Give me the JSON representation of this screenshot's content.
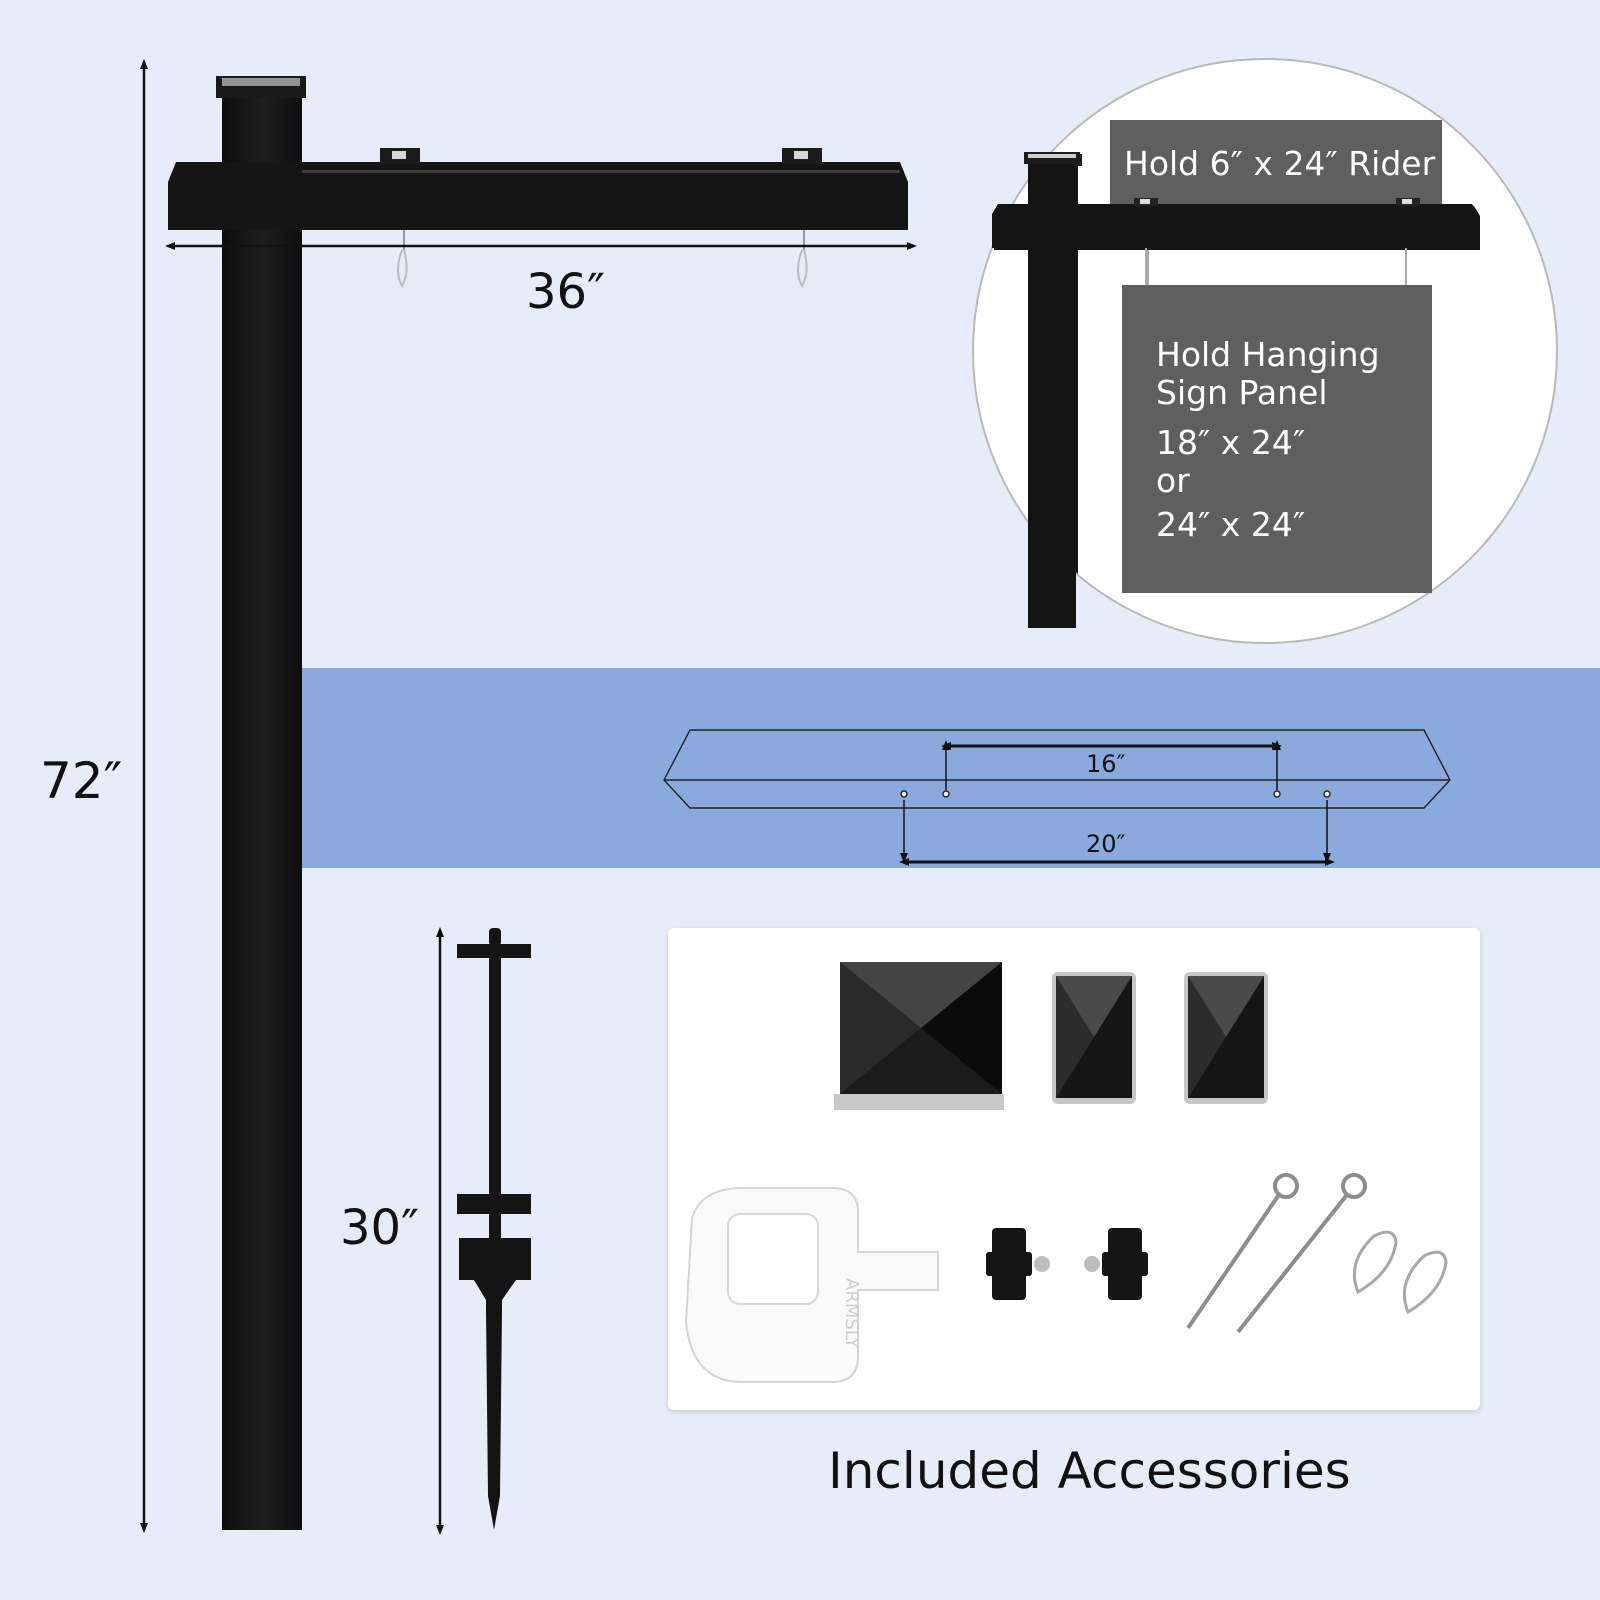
{
  "dimensions": {
    "post_height": "72″",
    "arm_length": "36″",
    "stake_height": "30″",
    "hole_spacing_inner": "16″",
    "hole_spacing_outer": "20″"
  },
  "callout": {
    "rider_text": "Hold 6″ x 24″ Rider",
    "panel_line1": "Hold Hanging",
    "panel_line2": "Sign Panel",
    "panel_size1": "18″ x 24″",
    "panel_or": "or",
    "panel_size2": "24″ x 24″"
  },
  "accessories": {
    "title": "Included Accessories",
    "bracket_imprint": "ARMSLY"
  },
  "colors": {
    "background": "#e7edf8",
    "band": "#8aaadd",
    "post": "#151515",
    "sign_gray": "#5f5f5f"
  }
}
